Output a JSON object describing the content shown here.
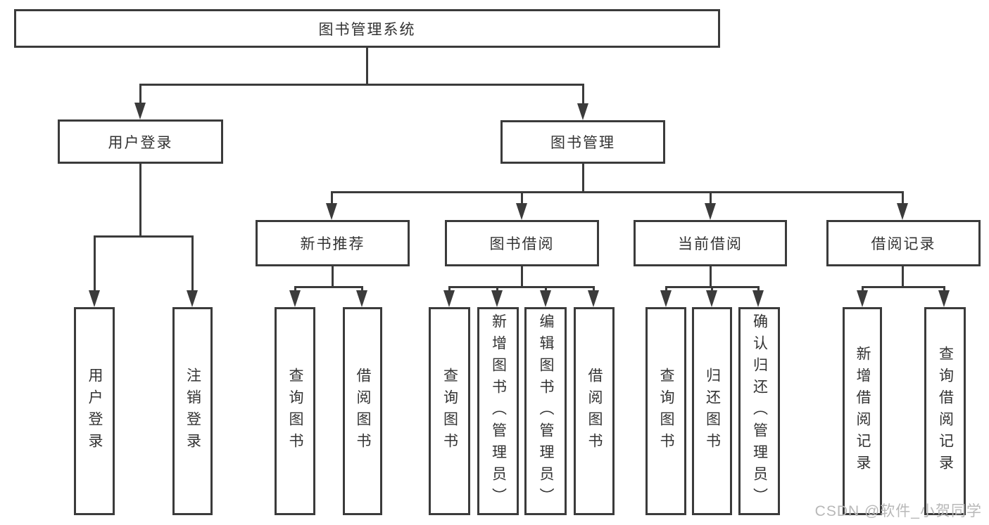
{
  "diagram": {
    "title": "图书管理系统",
    "level2": [
      {
        "label": "用户登录"
      },
      {
        "label": "图书管理"
      }
    ],
    "level3": [
      {
        "label": "新书推荐"
      },
      {
        "label": "图书借阅"
      },
      {
        "label": "当前借阅"
      },
      {
        "label": "借阅记录"
      }
    ],
    "leaves": {
      "login": [
        "用户登录",
        "注销登录"
      ],
      "recommend": [
        "查询图书",
        "借阅图书"
      ],
      "borrow": [
        "查询图书",
        "新增图书（管理员）",
        "编辑图书（管理员）",
        "借阅图书"
      ],
      "current": [
        "查询图书",
        "归还图书",
        "确认归还（管理员）"
      ],
      "records": [
        "新增借阅记录",
        "查询借阅记录"
      ]
    },
    "watermark": "CSDN @软件_小贺同学",
    "colors": {
      "line": "#3b3b3b",
      "text": "#333333",
      "watermark": "#b8b8b8",
      "background": "#ffffff"
    }
  }
}
